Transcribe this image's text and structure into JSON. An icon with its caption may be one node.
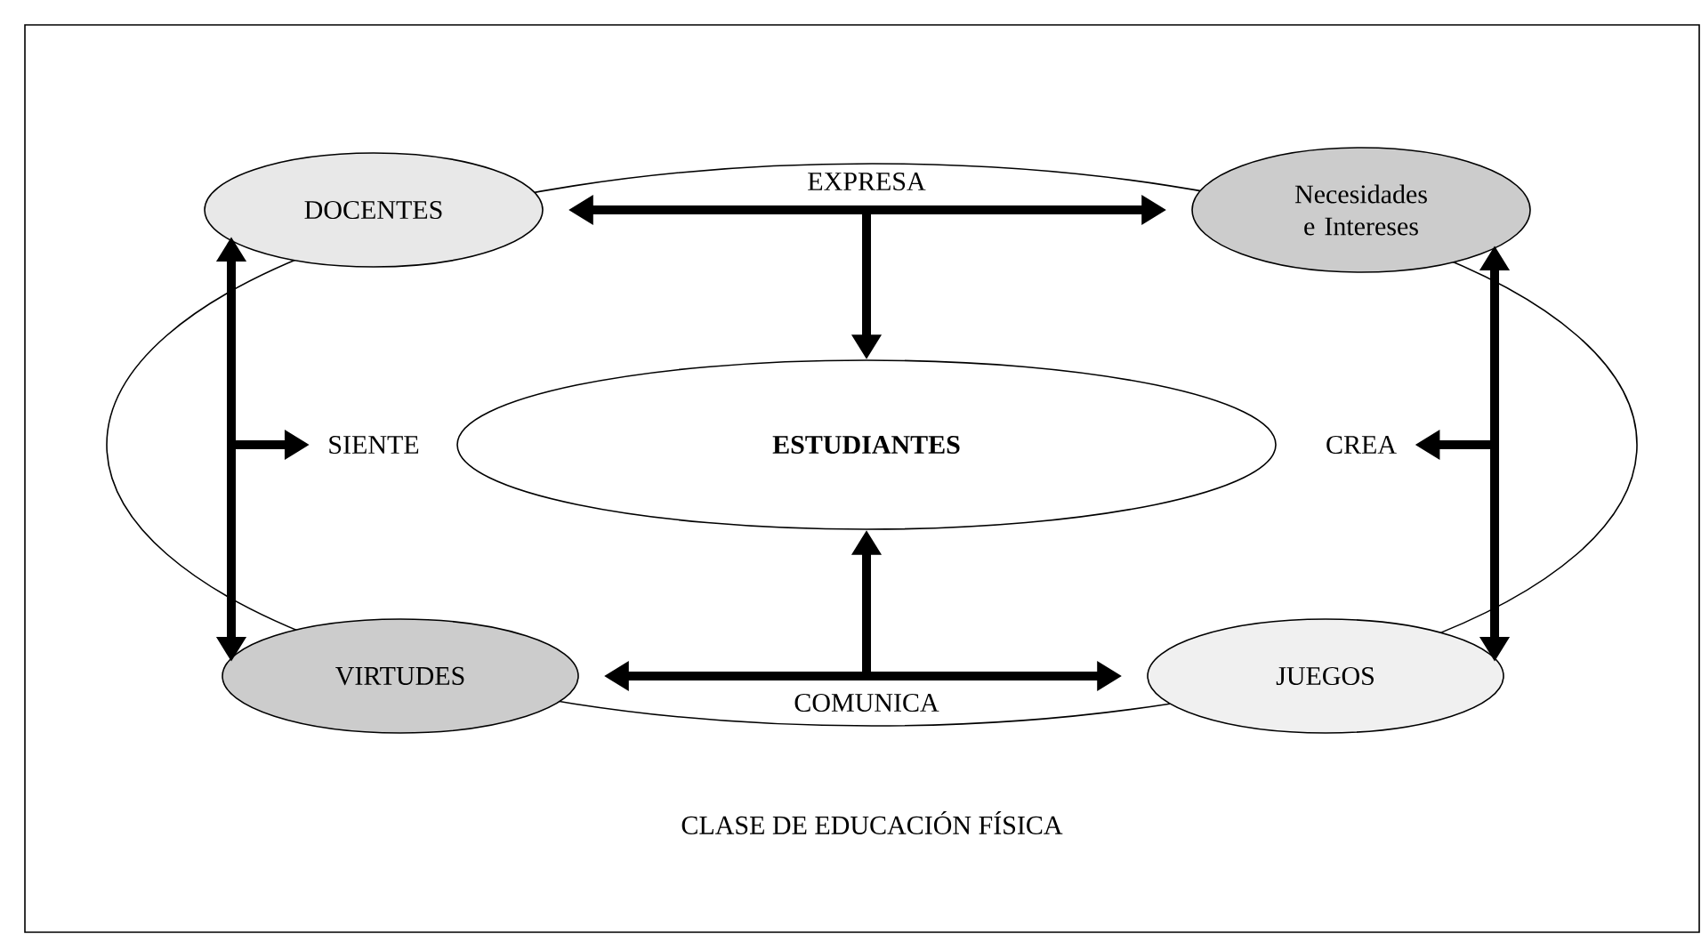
{
  "diagram": {
    "nodes": [
      {
        "text": [
          "CLASE DE EDUCACIÓN FÍSICA"
        ]
      },
      {
        "text": [
          "DOCENTES"
        ]
      },
      {
        "text": [
          "Necesidades e Intereses"
        ]
      },
      {
        "text": [
          "ESTUDIANTES"
        ],
        "in": 0
      },
      {
        "text": [
          "VIRTUDES"
        ]
      },
      {
        "text": [
          "JUEGOS"
        ]
      },
      {
        "text": [
          "SIENTE"
        ],
        "in": 0
      },
      {
        "text": [
          "CREA"
        ],
        "in": 0
      }
    ],
    "edges": [
      {
        "from": 1,
        "to": 2,
        "arrow": "both",
        "label": "EXPRESA"
      },
      {
        "from": null,
        "to": 3,
        "arrow": "to"
      },
      {
        "from": 1,
        "to": 4,
        "arrow": "both"
      },
      {
        "from": null,
        "to": 6,
        "arrow": "to"
      },
      {
        "from": 2,
        "to": 5,
        "arrow": "both"
      },
      {
        "from": null,
        "to": 7,
        "arrow": "to"
      },
      {
        "from": 4,
        "to": 5,
        "arrow": "both",
        "label": "COMUNICA"
      },
      {
        "from": null,
        "to": 3,
        "arrow": "to"
      }
    ]
  }
}
